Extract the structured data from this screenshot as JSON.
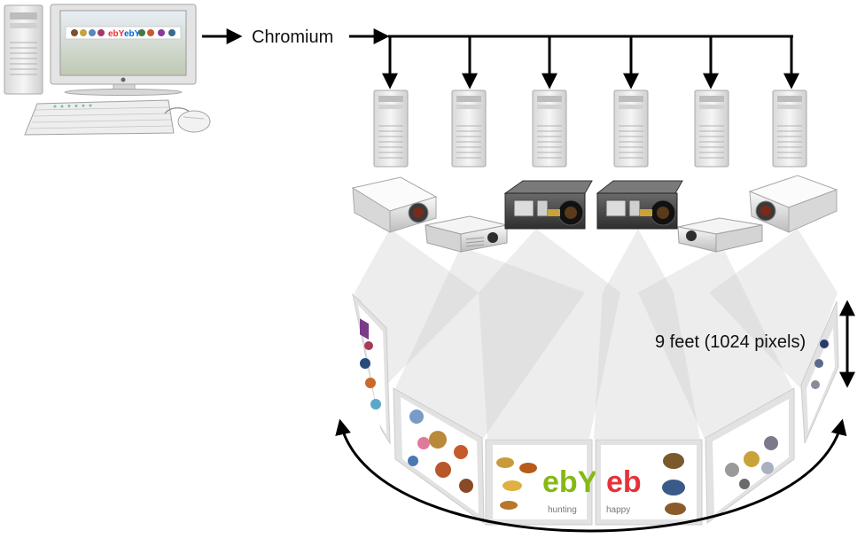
{
  "labels": {
    "software": "Chromium",
    "height": "9 feet (1024 pixels)"
  },
  "monitor_banner": [
    "ebY",
    "ebY"
  ],
  "panels": [
    {
      "name": "clothing"
    },
    {
      "name": "shoes-hats"
    },
    {
      "name": "sandals-logo",
      "logo": "ebY",
      "caption": "hunting"
    },
    {
      "name": "logo-bags",
      "logo": "eb",
      "caption": "happy"
    },
    {
      "name": "jewelry"
    },
    {
      "name": "watches"
    }
  ],
  "colors": {
    "arrow": "#000000",
    "beam": "#c8c8c8",
    "frame": "#e2e2e2",
    "server": "#ececec",
    "ebay_red": "#e53238",
    "ebay_blue": "#0064d2",
    "ebay_yellow": "#f5af02",
    "ebay_green": "#86b817"
  }
}
